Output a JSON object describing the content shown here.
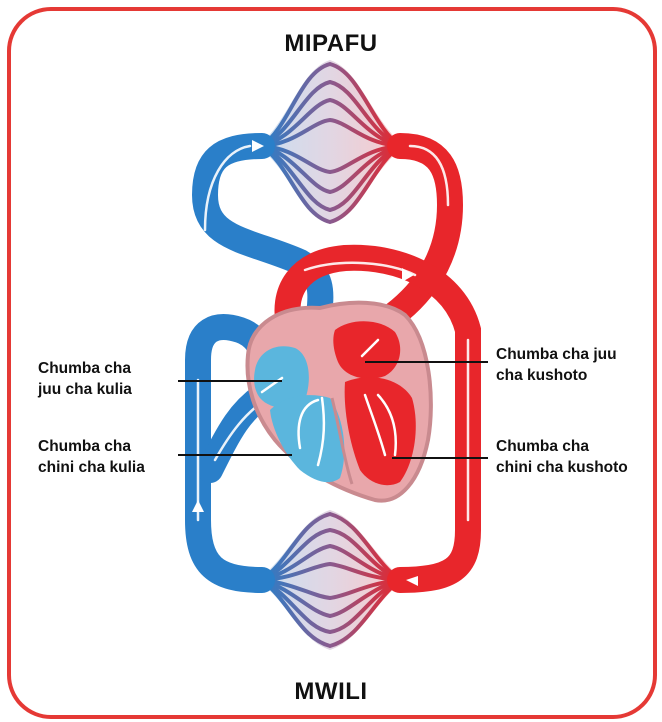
{
  "titles": {
    "top": "MIPAFU",
    "bottom": "MWILI"
  },
  "labels": {
    "right_atrium": {
      "line1": "Chumba cha",
      "line2": "juu cha kulia"
    },
    "right_ventricle": {
      "line1": "Chumba cha",
      "line2": "chini cha kulia"
    },
    "left_atrium": {
      "line1": "Chumba cha juu",
      "line2": "cha kushoto"
    },
    "left_ventricle": {
      "line1": "Chumba cha",
      "line2": "chini cha kushoto"
    }
  },
  "colors": {
    "frame": "#e53935",
    "oxygenated": "#e8262b",
    "deoxygenated": "#2a7fc9",
    "heart_outline": "#c98a8f",
    "heart_blue": "#5bb6dd",
    "heart_red": "#e8262b"
  }
}
